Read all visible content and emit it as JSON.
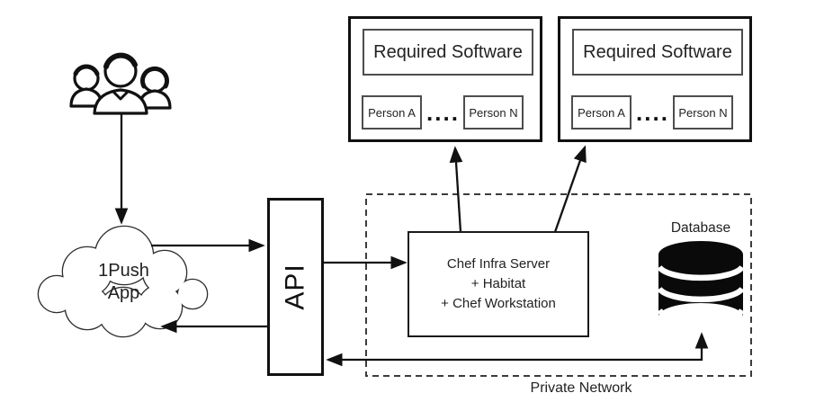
{
  "colors": {
    "ink": "#1a1a1a",
    "background": "#ffffff"
  },
  "users": {
    "icon": "users-group-icon"
  },
  "cloud": {
    "icon": "cloud-shape",
    "line1": "1Push",
    "line2": "App"
  },
  "api": {
    "label": "API"
  },
  "chef_server": {
    "line1": "Chef Infra Server",
    "line2": "+ Habitat",
    "line3": "+ Chef Workstation"
  },
  "database": {
    "icon": "database-cylinder-icon",
    "label": "Database"
  },
  "private_network": {
    "label": "Private Network"
  },
  "clusters": [
    {
      "title": "Required Software",
      "person_first": "Person A",
      "separator_dots": "....",
      "person_last": "Person N"
    },
    {
      "title": "Required Software",
      "person_first": "Person A",
      "separator_dots": "....",
      "person_last": "Person N"
    }
  ]
}
